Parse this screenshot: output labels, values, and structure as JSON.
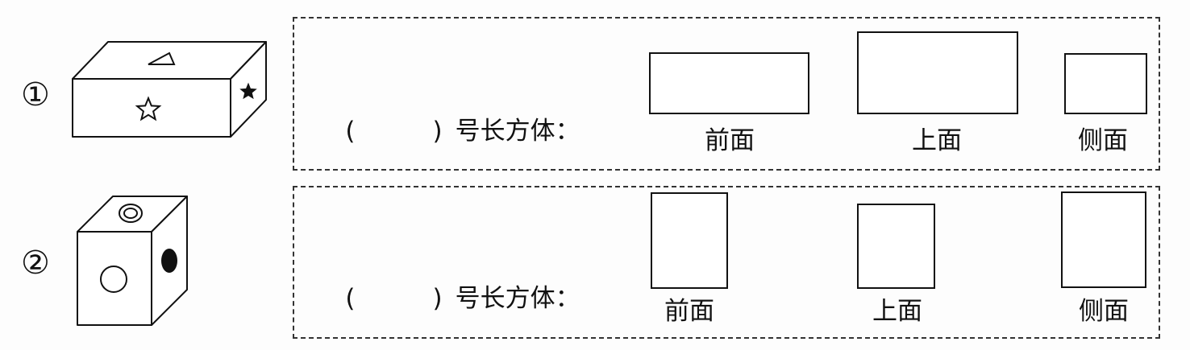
{
  "rows": [
    {
      "marker": "①",
      "blank_open": "(",
      "blank_close": ")",
      "prompt": "号长方体：",
      "faces": [
        {
          "label": "前面"
        },
        {
          "label": "上面"
        },
        {
          "label": "侧面"
        }
      ]
    },
    {
      "marker": "②",
      "blank_open": "(",
      "blank_close": ")",
      "prompt": "号长方体：",
      "faces": [
        {
          "label": "前面"
        },
        {
          "label": "上面"
        },
        {
          "label": "侧面"
        }
      ]
    }
  ],
  "icons": {
    "box1_front": "star-outline-icon",
    "box1_top": "triangle-icon",
    "box1_side": "star-filled-icon",
    "box2_front": "circle-outline-icon",
    "box2_top": "double-circle-icon",
    "box2_side": "filled-ellipse-icon"
  }
}
